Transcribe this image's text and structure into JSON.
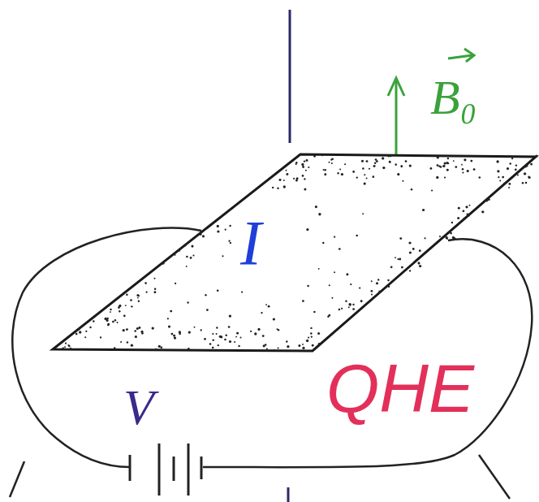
{
  "diagram": {
    "nodes": [
      {
        "text": [
          "I"
        ]
      }
    ],
    "labels": [
      "B₀",
      "QHE",
      "V"
    ]
  }
}
